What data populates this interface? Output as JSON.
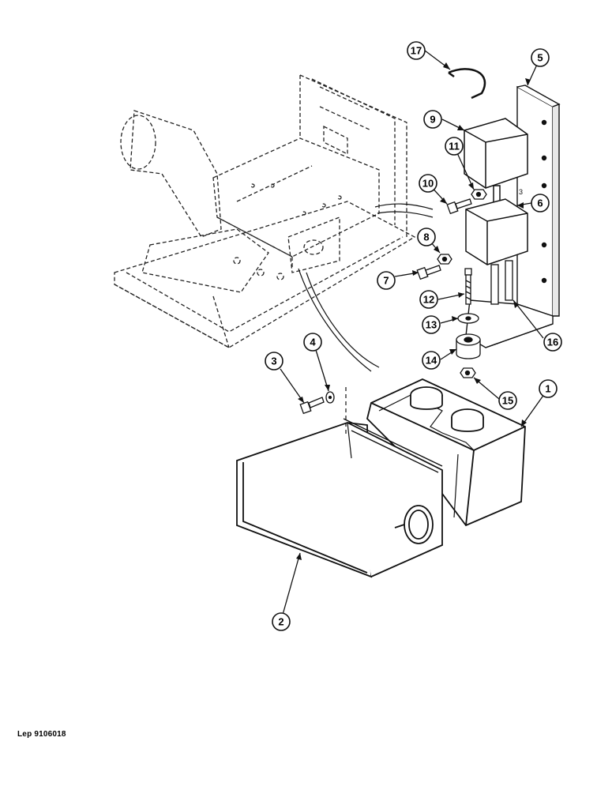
{
  "callouts": [
    {
      "id": "c1",
      "label": "1"
    },
    {
      "id": "c2",
      "label": "2"
    },
    {
      "id": "c3",
      "label": "3"
    },
    {
      "id": "c4",
      "label": "4"
    },
    {
      "id": "c5",
      "label": "5"
    },
    {
      "id": "c6",
      "label": "6"
    },
    {
      "id": "c7",
      "label": "7"
    },
    {
      "id": "c8",
      "label": "8"
    },
    {
      "id": "c9",
      "label": "9"
    },
    {
      "id": "c10",
      "label": "10"
    },
    {
      "id": "c11",
      "label": "11"
    },
    {
      "id": "c12",
      "label": "12"
    },
    {
      "id": "c13",
      "label": "13"
    },
    {
      "id": "c14",
      "label": "14"
    },
    {
      "id": "c15",
      "label": "15"
    },
    {
      "id": "c16",
      "label": "16"
    },
    {
      "id": "c17",
      "label": "17"
    }
  ],
  "bracket_mark": "3",
  "footer": {
    "reference": "Lep 9106018"
  }
}
